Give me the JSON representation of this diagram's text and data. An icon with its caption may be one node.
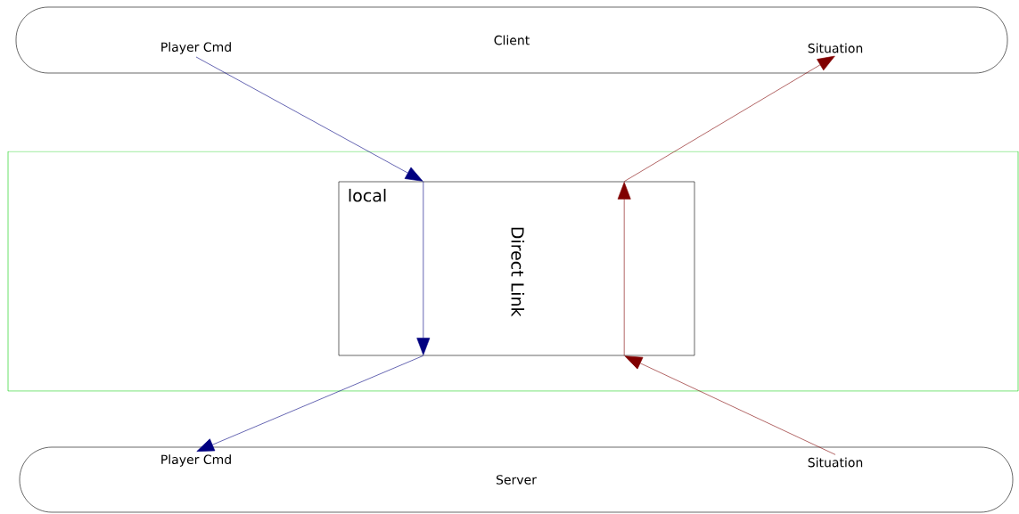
{
  "diagram": {
    "nodes": [
      {
        "text": [
          "Client"
        ]
      },
      {
        "text": [
          "Player Cmd"
        ],
        "in": 0
      },
      {
        "text": [
          "Situation"
        ],
        "in": 0
      },
      {
        "text": [],
        "shape": "box"
      },
      {
        "text": [
          "local",
          "Direct Link"
        ],
        "in": 3
      },
      {
        "text": [
          "Server"
        ]
      },
      {
        "text": [
          "Player Cmd"
        ],
        "in": 5
      },
      {
        "text": [
          "Situation"
        ],
        "in": 5
      }
    ],
    "edges": [
      {
        "from": 1,
        "to": 4,
        "arrow": "to",
        "color": "#000080"
      },
      {
        "from": 4,
        "to": 4,
        "arrow": "to",
        "color": "#000080"
      },
      {
        "from": 4,
        "to": 6,
        "arrow": "to",
        "color": "#000080"
      },
      {
        "from": 7,
        "to": 4,
        "arrow": "to",
        "color": "#800000"
      },
      {
        "from": 4,
        "to": 4,
        "arrow": "to",
        "color": "#800000"
      },
      {
        "from": 4,
        "to": 2,
        "arrow": "to",
        "color": "#800000"
      }
    ]
  }
}
